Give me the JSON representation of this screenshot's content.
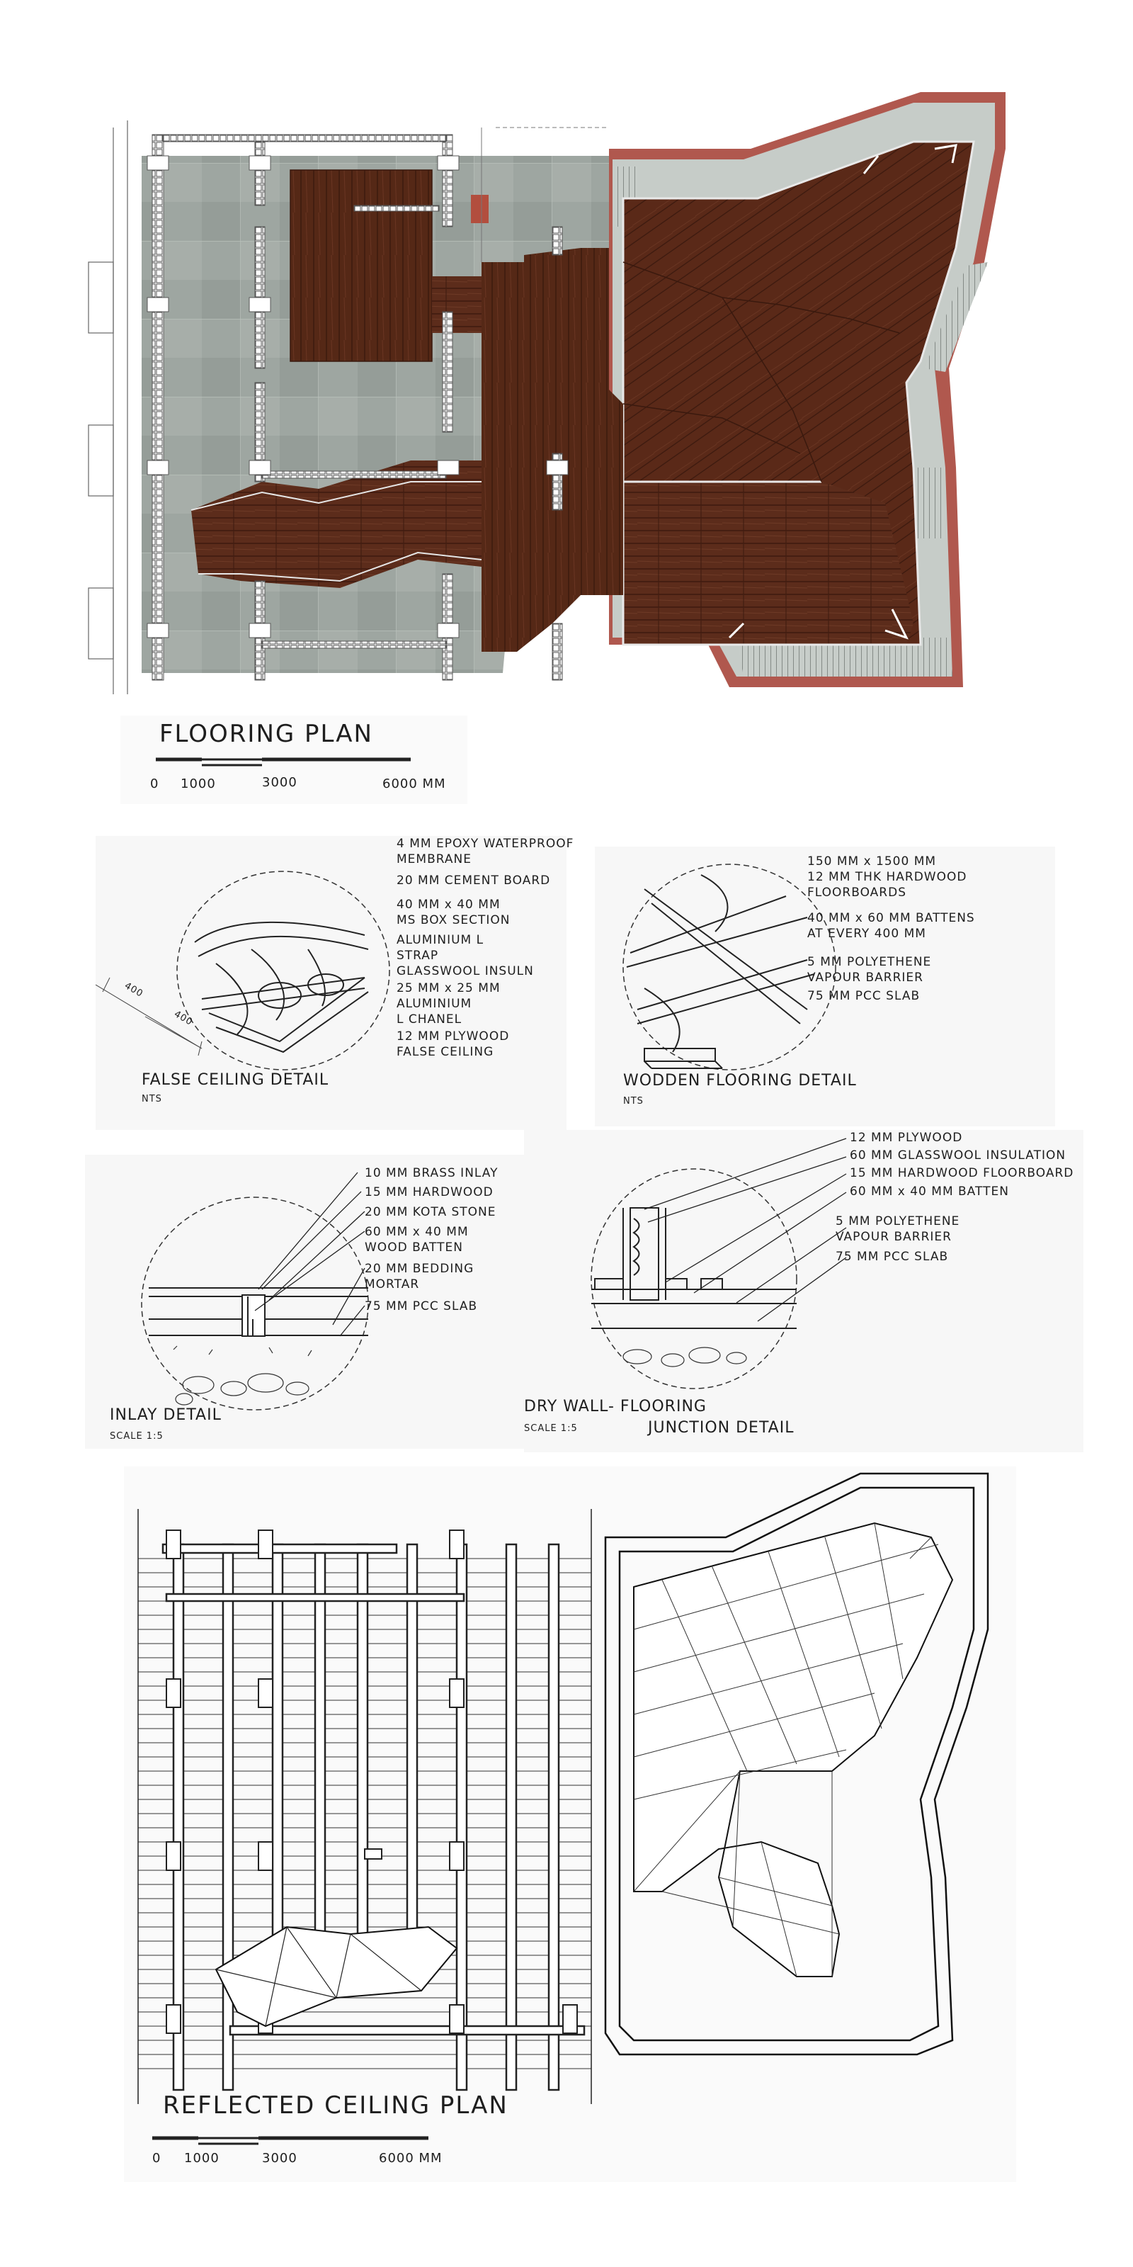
{
  "flooring_plan": {
    "title": "FLOORING PLAN",
    "scale": [
      "0",
      "1000",
      "3000",
      "6000 MM"
    ]
  },
  "false_ceiling": {
    "caption": "FALSE CEILING DETAIL",
    "note": "NTS",
    "dim_a": "400",
    "dim_b": "400",
    "labels": [
      "4 MM EPOXY WATERPROOF\nMEMBRANE",
      "20 MM CEMENT BOARD",
      "40 MM x 40 MM\nMS BOX SECTION",
      "ALUMINIUM L\nSTRAP",
      "GLASSWOOL INSULN",
      "25 MM x 25 MM\nALUMINIUM\nL CHANEL",
      "12 MM PLYWOOD\nFALSE CEILING"
    ]
  },
  "wooden_flooring": {
    "caption": "WODDEN FLOORING DETAIL",
    "note": "NTS",
    "labels": [
      "150 MM x 1500 MM\n12 MM THK HARDWOOD\nFLOORBOARDS",
      "40 MM x 60 MM BATTENS\nAT EVERY 400 MM",
      "5 MM POLYETHENE\nVAPOUR BARRIER",
      "75 MM PCC SLAB"
    ]
  },
  "inlay": {
    "caption": "INLAY DETAIL",
    "note": "SCALE 1:5",
    "labels": [
      "10 MM BRASS INLAY",
      "15 MM HARDWOOD",
      "20 MM KOTA STONE",
      "60 MM x 40 MM\nWOOD BATTEN",
      "20 MM BEDDING\nMORTAR",
      "75 MM PCC SLAB"
    ]
  },
  "drywall": {
    "caption_line1": "DRY WALL- FLOORING",
    "caption_line2": "JUNCTION DETAIL",
    "note": "SCALE 1:5",
    "labels": [
      "12 MM PLYWOOD",
      "60 MM GLASSWOOL INSULATION",
      "15 MM HARDWOOD FLOORBOARD",
      "60 MM x 40 MM BATTEN",
      "5 MM POLYETHENE\nVAPOUR BARRIER",
      "75 MM PCC SLAB"
    ]
  },
  "rcp": {
    "title": "REFLECTED CEILING PLAN",
    "scale": [
      "0",
      "1000",
      "3000",
      "6000 MM"
    ]
  },
  "colors": {
    "wood": "#5a2a1a",
    "stone": "#9aa39e",
    "brick": "#b0584e",
    "ink": "#1e1e1e"
  }
}
